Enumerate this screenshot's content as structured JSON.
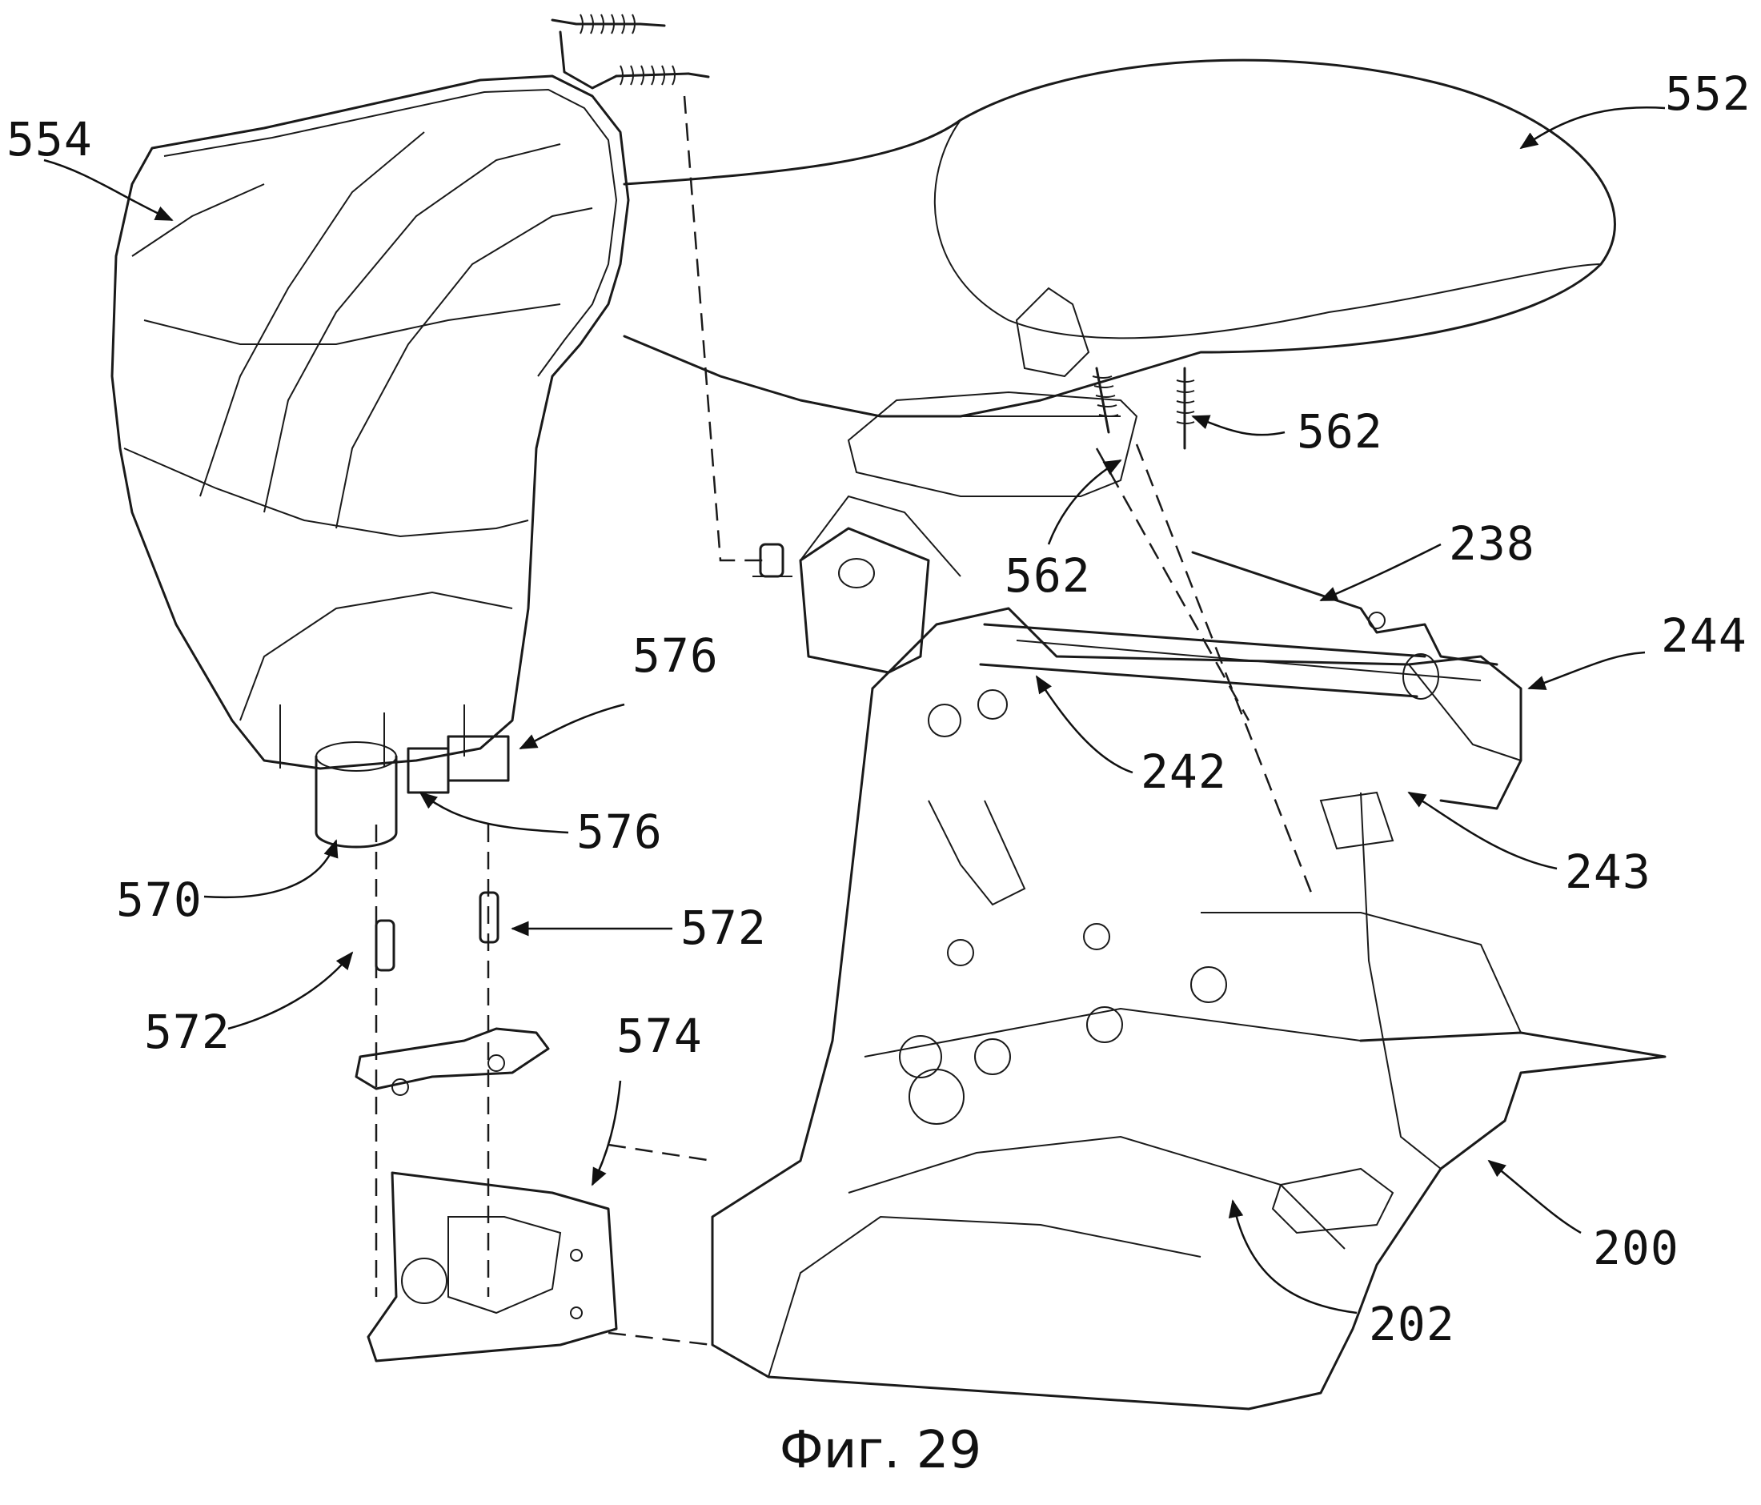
{
  "figure": {
    "caption": "Фиг. 29",
    "reference_numerals": [
      {
        "id": "554",
        "text": "554"
      },
      {
        "id": "552",
        "text": "552"
      },
      {
        "id": "562a",
        "text": "562"
      },
      {
        "id": "562b",
        "text": "562"
      },
      {
        "id": "238",
        "text": "238"
      },
      {
        "id": "244",
        "text": "244"
      },
      {
        "id": "242",
        "text": "242"
      },
      {
        "id": "243",
        "text": "243"
      },
      {
        "id": "576a",
        "text": "576"
      },
      {
        "id": "576b",
        "text": "576"
      },
      {
        "id": "570",
        "text": "570"
      },
      {
        "id": "572a",
        "text": "572"
      },
      {
        "id": "572b",
        "text": "572"
      },
      {
        "id": "574",
        "text": "574"
      },
      {
        "id": "200",
        "text": "200"
      },
      {
        "id": "202",
        "text": "202"
      }
    ]
  }
}
